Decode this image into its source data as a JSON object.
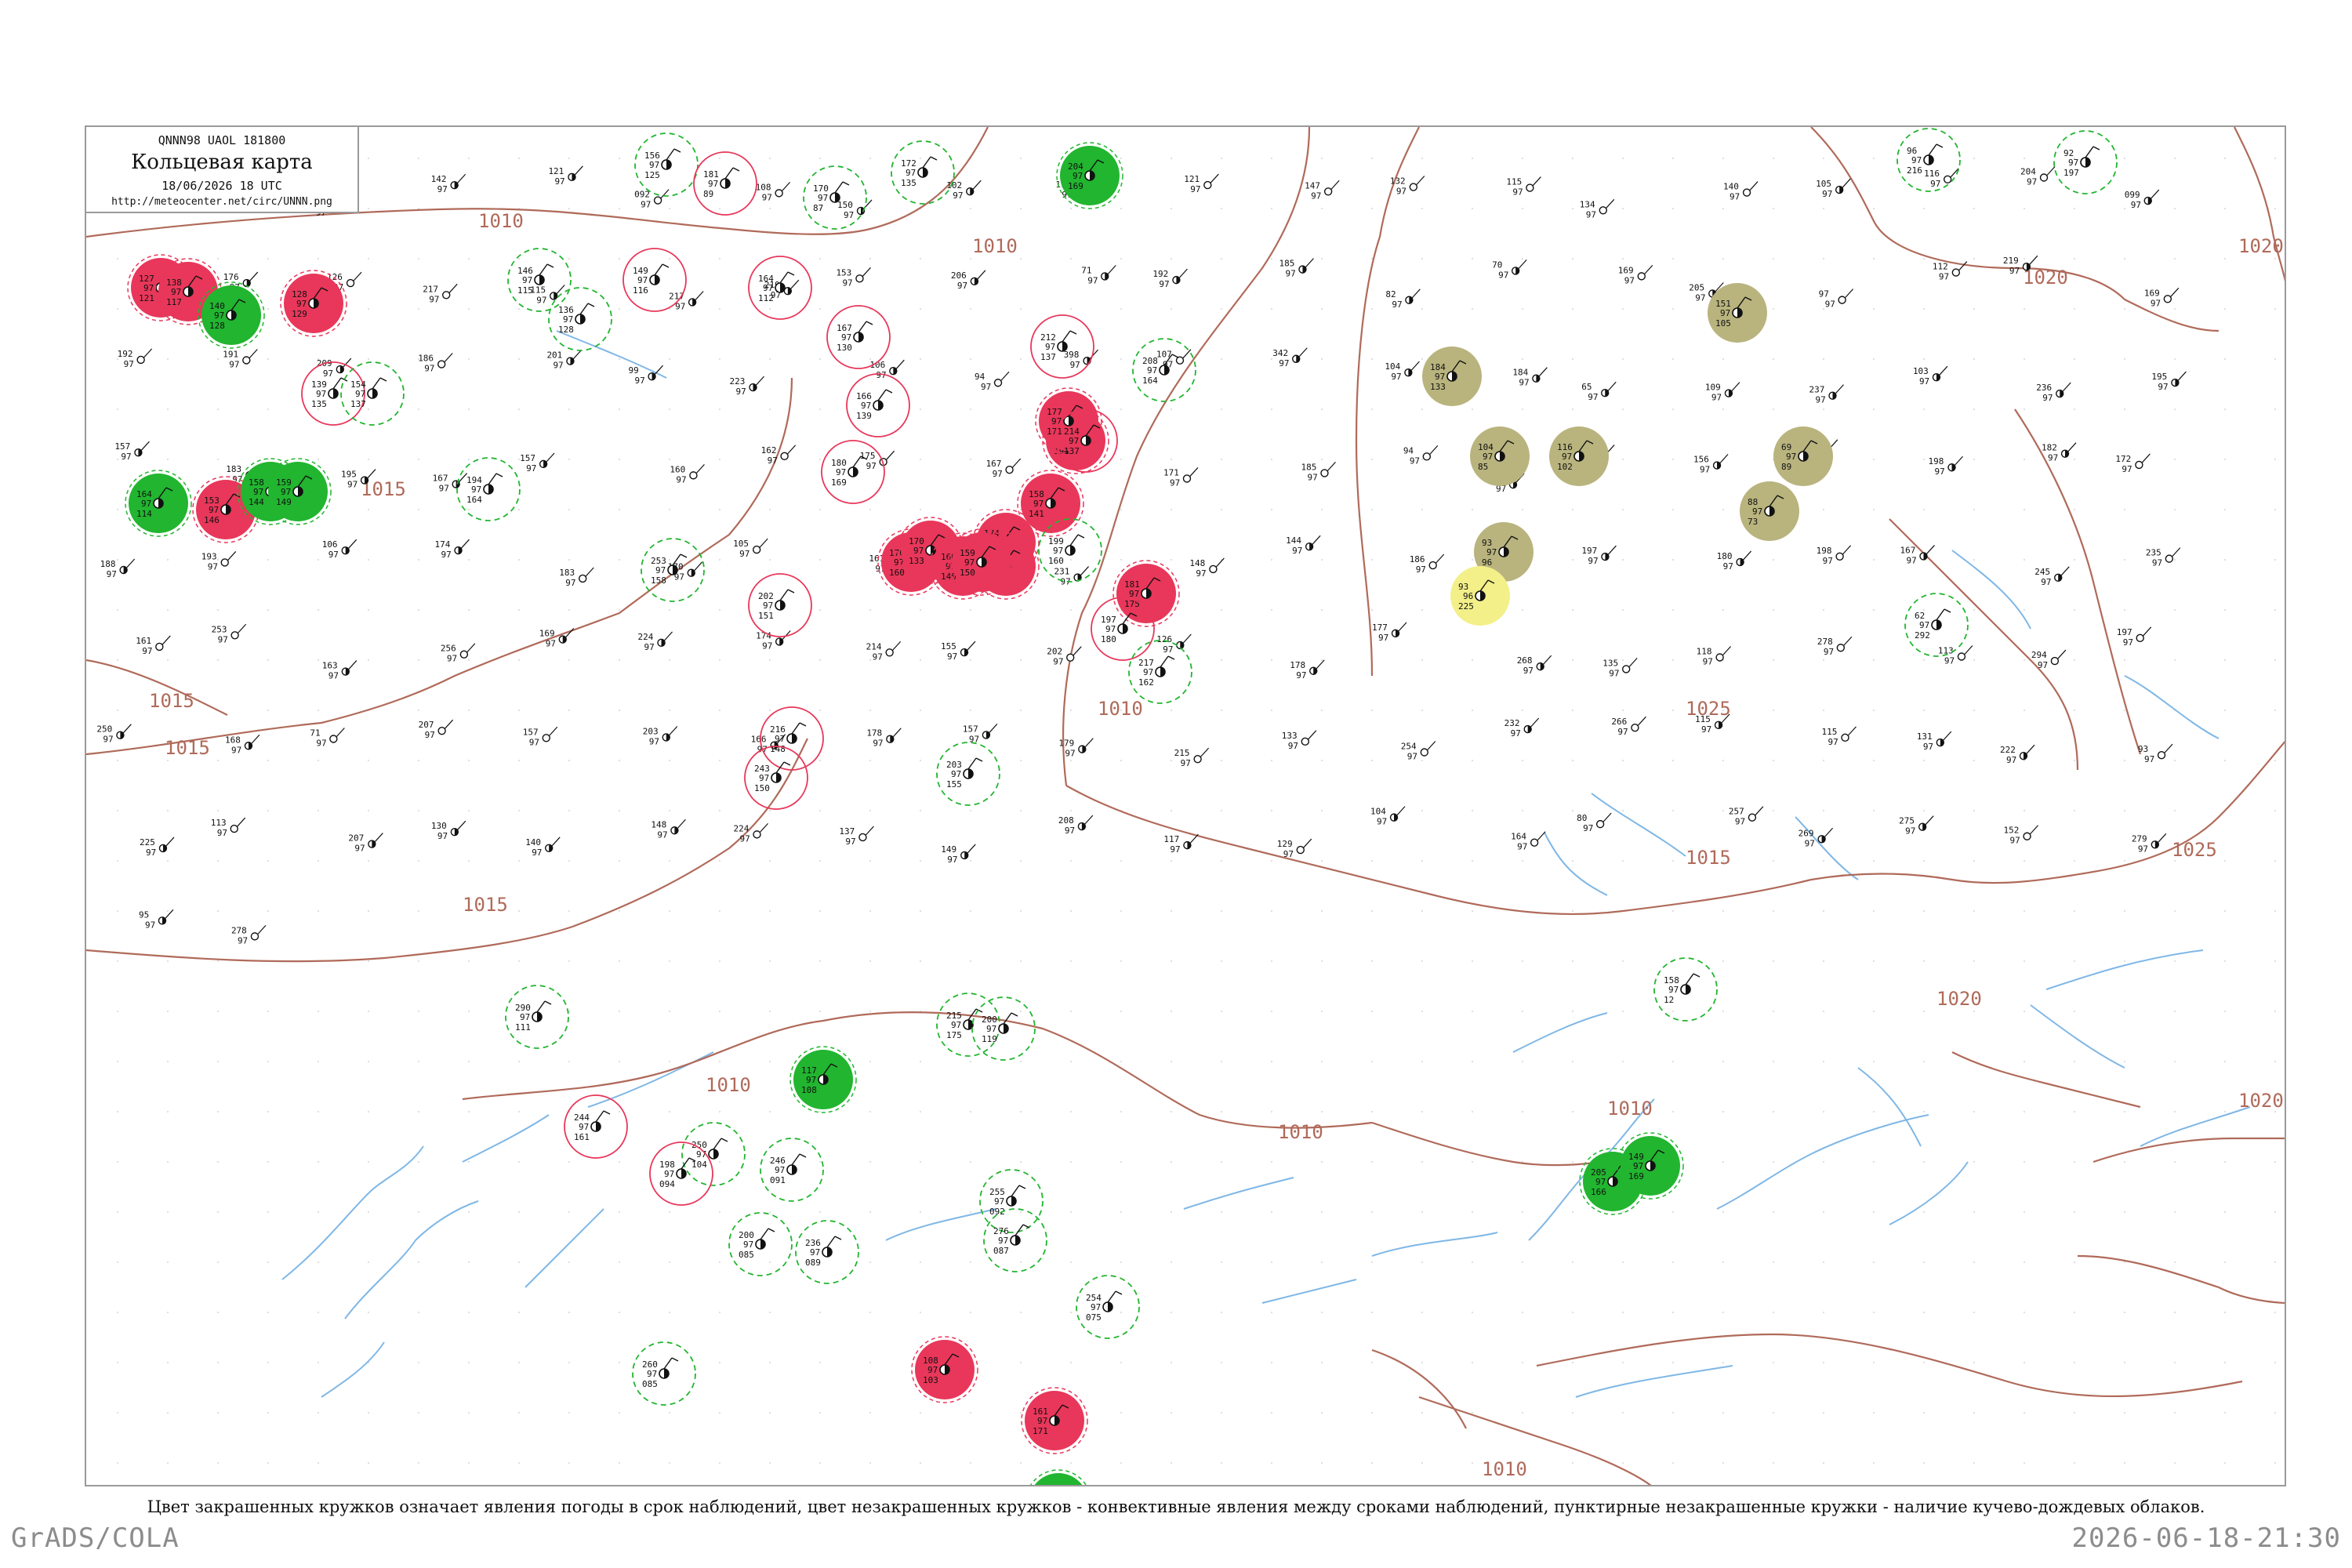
{
  "header": {
    "code": "QNNN98  UAOL  181800",
    "title": "Кольцевая карта",
    "date": "18/06/2026 18 UTC",
    "url": "http://meteocenter.net/circ/UNNN.png"
  },
  "caption": "Цвет закрашенных кружков означает явления погоды в срок наблюдений, цвет незакрашенных кружков - конвективные явления между сроками наблюдений, пунктирные незакрашенные кружки - наличие кучево-дождевых облаков.",
  "footer": {
    "left": "GrADS/COLA",
    "right": "2026-06-18-21:30"
  },
  "colors": {
    "isobar": "#b06a5a",
    "river": "#7fb7e6",
    "filled_red": "#e8375a",
    "filled_green": "#22b530",
    "filled_olive": "#b9b47e",
    "filled_yellow": "#f3f08a",
    "ring_red": "#e8375a",
    "ring_green": "#22b530"
  },
  "isobar_labels": [
    {
      "text": "1010",
      "id": "iso-1010-a"
    },
    {
      "text": "1010",
      "id": "iso-1010-b"
    },
    {
      "text": "1015",
      "id": "iso-1015-a"
    },
    {
      "text": "1015",
      "id": "iso-1015-b"
    },
    {
      "text": "1015",
      "id": "iso-1015-c"
    },
    {
      "text": "1015",
      "id": "iso-1015-d"
    },
    {
      "text": "1010",
      "id": "iso-1010-c"
    },
    {
      "text": "1010",
      "id": "iso-1010-d"
    },
    {
      "text": "1010",
      "id": "iso-1010-e"
    },
    {
      "text": "1010",
      "id": "iso-1010-f"
    },
    {
      "text": "1010",
      "id": "iso-1010-g"
    },
    {
      "text": "1020",
      "id": "iso-1020-a"
    },
    {
      "text": "1020",
      "id": "iso-1020-b"
    },
    {
      "text": "1020",
      "id": "iso-1020-c"
    },
    {
      "text": "1020",
      "id": "iso-1020-d"
    },
    {
      "text": "1025",
      "id": "iso-1025-a"
    },
    {
      "text": "1025",
      "id": "iso-1025-b"
    },
    {
      "text": "1015",
      "id": "iso-1015-e"
    }
  ],
  "stations": [
    {
      "kind": "filled",
      "color": "red",
      "top": "127",
      "mid": "97",
      "bot": "121"
    },
    {
      "kind": "filled",
      "color": "red",
      "top": "138",
      "mid": "97",
      "bot": "117"
    },
    {
      "kind": "filled",
      "color": "red",
      "top": "128",
      "mid": "97",
      "bot": "129"
    },
    {
      "kind": "filled",
      "color": "green",
      "top": "140",
      "mid": "97",
      "bot": "128"
    },
    {
      "kind": "filled",
      "color": "green",
      "top": "164",
      "mid": "97",
      "bot": "114"
    },
    {
      "kind": "filled",
      "color": "red",
      "top": "153",
      "mid": "97",
      "bot": "146"
    },
    {
      "kind": "filled",
      "color": "green",
      "top": "158",
      "mid": "97",
      "bot": "144"
    },
    {
      "kind": "filled",
      "color": "green",
      "top": "159",
      "mid": "97",
      "bot": "149"
    },
    {
      "kind": "filled",
      "color": "green",
      "top": "204",
      "mid": "97",
      "bot": "169"
    },
    {
      "kind": "filled",
      "color": "red",
      "top": "214",
      "mid": "97",
      "bot": "194"
    },
    {
      "kind": "filled",
      "color": "red",
      "top": "177",
      "mid": "97",
      "bot": "171"
    },
    {
      "kind": "filled",
      "color": "red",
      "top": "181",
      "mid": "97",
      "bot": "175"
    },
    {
      "kind": "filled",
      "color": "red",
      "top": "170",
      "mid": "97",
      "bot": "160"
    },
    {
      "kind": "filled",
      "color": "red",
      "top": "170",
      "mid": "97",
      "bot": "133"
    },
    {
      "kind": "filled",
      "color": "red",
      "top": "166",
      "mid": "97",
      "bot": "140"
    },
    {
      "kind": "filled",
      "color": "red",
      "top": "174",
      "mid": "97",
      "bot": "148"
    },
    {
      "kind": "filled",
      "color": "red",
      "top": "159",
      "mid": "97",
      "bot": "150"
    },
    {
      "kind": "filled",
      "color": "red",
      "top": "159",
      "mid": "97",
      "bot": "150"
    },
    {
      "kind": "filled",
      "color": "red",
      "top": "158",
      "mid": "97",
      "bot": "141"
    },
    {
      "kind": "filled",
      "color": "green",
      "top": "117",
      "mid": "97",
      "bot": "108"
    },
    {
      "kind": "filled",
      "color": "red",
      "top": "108",
      "mid": "97",
      "bot": "103"
    },
    {
      "kind": "filled",
      "color": "red",
      "top": "161",
      "mid": "97",
      "bot": "171"
    },
    {
      "kind": "filled",
      "color": "green",
      "top": "131",
      "mid": "97",
      "bot": "134"
    },
    {
      "kind": "filled",
      "color": "green",
      "top": "205",
      "mid": "97",
      "bot": "166"
    },
    {
      "kind": "filled",
      "color": "olive",
      "top": "184",
      "mid": "97",
      "bot": "133"
    },
    {
      "kind": "filled",
      "color": "olive",
      "top": "104",
      "mid": "97",
      "bot": "85"
    },
    {
      "kind": "filled",
      "color": "olive",
      "top": "116",
      "mid": "97",
      "bot": "102"
    },
    {
      "kind": "filled",
      "color": "olive",
      "top": "151",
      "mid": "97",
      "bot": "105"
    },
    {
      "kind": "filled",
      "color": "olive",
      "top": "69",
      "mid": "97",
      "bot": "89"
    },
    {
      "kind": "filled",
      "color": "olive",
      "top": "88",
      "mid": "97",
      "bot": "73"
    },
    {
      "kind": "filled",
      "color": "olive",
      "top": "93",
      "mid": "97",
      "bot": "96"
    },
    {
      "kind": "filled",
      "color": "yellow",
      "top": "93",
      "mid": "96",
      "bot": "225"
    },
    {
      "kind": "filled",
      "color": "green",
      "top": "149",
      "mid": "97",
      "bot": "169"
    }
  ],
  "rings": [
    {
      "style": "dashed",
      "color": "green",
      "top": "156",
      "mid": "97",
      "bot": "125"
    },
    {
      "style": "solid",
      "color": "red",
      "top": "181",
      "mid": "97",
      "bot": "89"
    },
    {
      "style": "dashed",
      "color": "green",
      "top": "170",
      "mid": "97",
      "bot": "87"
    },
    {
      "style": "dashed",
      "color": "green",
      "top": "172",
      "mid": "97",
      "bot": "135"
    },
    {
      "style": "solid",
      "color": "red",
      "top": "149",
      "mid": "97",
      "bot": "116"
    },
    {
      "style": "dashed",
      "color": "green",
      "top": "146",
      "mid": "97",
      "bot": "115"
    },
    {
      "style": "dashed",
      "color": "green",
      "top": "136",
      "mid": "97",
      "bot": "128"
    },
    {
      "style": "solid",
      "color": "red",
      "top": "164",
      "mid": "97",
      "bot": "112"
    },
    {
      "style": "solid",
      "color": "red",
      "top": "167",
      "mid": "97",
      "bot": "130"
    },
    {
      "style": "solid",
      "color": "red",
      "top": "166",
      "mid": "97",
      "bot": "139"
    },
    {
      "style": "solid",
      "color": "red",
      "top": "180",
      "mid": "97",
      "bot": "169"
    },
    {
      "style": "solid",
      "color": "red",
      "top": "212",
      "mid": "97",
      "bot": "137"
    },
    {
      "style": "solid",
      "color": "red",
      "top": "214",
      "mid": "97",
      "bot": "137"
    },
    {
      "style": "dashed",
      "color": "green",
      "top": "208",
      "mid": "97",
      "bot": "164"
    },
    {
      "style": "dashed",
      "color": "green",
      "top": "199",
      "mid": "97",
      "bot": "160"
    },
    {
      "style": "solid",
      "color": "red",
      "top": "197",
      "mid": "97",
      "bot": "180"
    },
    {
      "style": "dashed",
      "color": "green",
      "top": "217",
      "mid": "97",
      "bot": "162"
    },
    {
      "style": "solid",
      "color": "red",
      "top": "202",
      "mid": "97",
      "bot": "151"
    },
    {
      "style": "solid",
      "color": "red",
      "top": "216",
      "mid": "97",
      "bot": "148"
    },
    {
      "style": "solid",
      "color": "red",
      "top": "243",
      "mid": "97",
      "bot": "150"
    },
    {
      "style": "dashed",
      "color": "green",
      "top": "203",
      "mid": "97",
      "bot": "155"
    },
    {
      "style": "solid",
      "color": "red",
      "top": "139",
      "mid": "97",
      "bot": "135"
    },
    {
      "style": "dashed",
      "color": "green",
      "top": "154",
      "mid": "97",
      "bot": "137"
    },
    {
      "style": "dashed",
      "color": "green",
      "top": "194",
      "mid": "97",
      "bot": "164"
    },
    {
      "style": "dashed",
      "color": "green",
      "top": "253",
      "mid": "97",
      "bot": "158"
    },
    {
      "style": "dashed",
      "color": "green",
      "top": "290",
      "mid": "97",
      "bot": "111"
    },
    {
      "style": "solid",
      "color": "red",
      "top": "244",
      "mid": "97",
      "bot": "161"
    },
    {
      "style": "dashed",
      "color": "green",
      "top": "215",
      "mid": "97",
      "bot": "175"
    },
    {
      "style": "dashed",
      "color": "green",
      "top": "250",
      "mid": "97",
      "bot": "104"
    },
    {
      "style": "dashed",
      "color": "green",
      "top": "246",
      "mid": "97",
      "bot": "091"
    },
    {
      "style": "dashed",
      "color": "green",
      "top": "200",
      "mid": "97",
      "bot": "085"
    },
    {
      "style": "dashed",
      "color": "green",
      "top": "236",
      "mid": "97",
      "bot": "089"
    },
    {
      "style": "dashed",
      "color": "green",
      "top": "255",
      "mid": "97",
      "bot": "092"
    },
    {
      "style": "dashed",
      "color": "green",
      "top": "276",
      "mid": "97",
      "bot": "087"
    },
    {
      "style": "dashed",
      "color": "green",
      "top": "254",
      "mid": "97",
      "bot": "075"
    },
    {
      "style": "dashed",
      "color": "green",
      "top": "260",
      "mid": "97",
      "bot": "085"
    },
    {
      "style": "dashed",
      "color": "green",
      "top": "158",
      "mid": "97",
      "bot": "12"
    },
    {
      "style": "dashed",
      "color": "green",
      "top": "62",
      "mid": "97",
      "bot": "292"
    },
    {
      "style": "dashed",
      "color": "green",
      "top": "96",
      "mid": "97",
      "bot": "216"
    },
    {
      "style": "dashed",
      "color": "green",
      "top": "92",
      "mid": "97",
      "bot": "197"
    },
    {
      "style": "solid",
      "color": "red",
      "top": "198",
      "mid": "97",
      "bot": "094"
    },
    {
      "style": "dashed",
      "color": "green",
      "top": "200",
      "mid": "97",
      "bot": "119"
    }
  ],
  "plain_numbers": [
    "138",
    "085",
    "129",
    "142",
    "121",
    "092",
    "108",
    "150",
    "102",
    "110",
    "121",
    "147",
    "132",
    "115",
    "134",
    "140",
    "105",
    "116",
    "204",
    "099",
    "198",
    "176",
    "126",
    "217",
    "115",
    "217",
    "219",
    "153",
    "206",
    "71",
    "192",
    "185",
    "82",
    "70",
    "169",
    "205",
    "97",
    "112",
    "219",
    "169",
    "192",
    "191",
    "209",
    "186",
    "201",
    "99",
    "223",
    "106",
    "94",
    "398",
    "107",
    "342",
    "104",
    "184",
    "65",
    "109",
    "237",
    "103",
    "236",
    "195",
    "157",
    "183",
    "195",
    "167",
    "157",
    "160",
    "162",
    "175",
    "167",
    "119",
    "171",
    "185",
    "94",
    "153",
    "107",
    "156",
    "178",
    "198",
    "182",
    "172",
    "188",
    "193",
    "106",
    "174",
    "183",
    "170",
    "105",
    "161",
    "158",
    "231",
    "148",
    "144",
    "186",
    "137",
    "197",
    "180",
    "198",
    "167",
    "245",
    "235",
    "161",
    "253",
    "163",
    "256",
    "169",
    "224",
    "174",
    "214",
    "155",
    "202",
    "126",
    "178",
    "177",
    "268",
    "135",
    "118",
    "278",
    "113",
    "294",
    "197",
    "250",
    "168",
    "71",
    "207",
    "157",
    "203",
    "166",
    "178",
    "157",
    "179",
    "215",
    "133",
    "254",
    "232",
    "266",
    "115",
    "115",
    "131",
    "222",
    "93",
    "225",
    "113",
    "207",
    "130",
    "140",
    "148",
    "224",
    "137",
    "149",
    "208",
    "117",
    "129",
    "104",
    "164",
    "80",
    "257",
    "269",
    "275",
    "152",
    "279",
    "95",
    "278"
  ]
}
